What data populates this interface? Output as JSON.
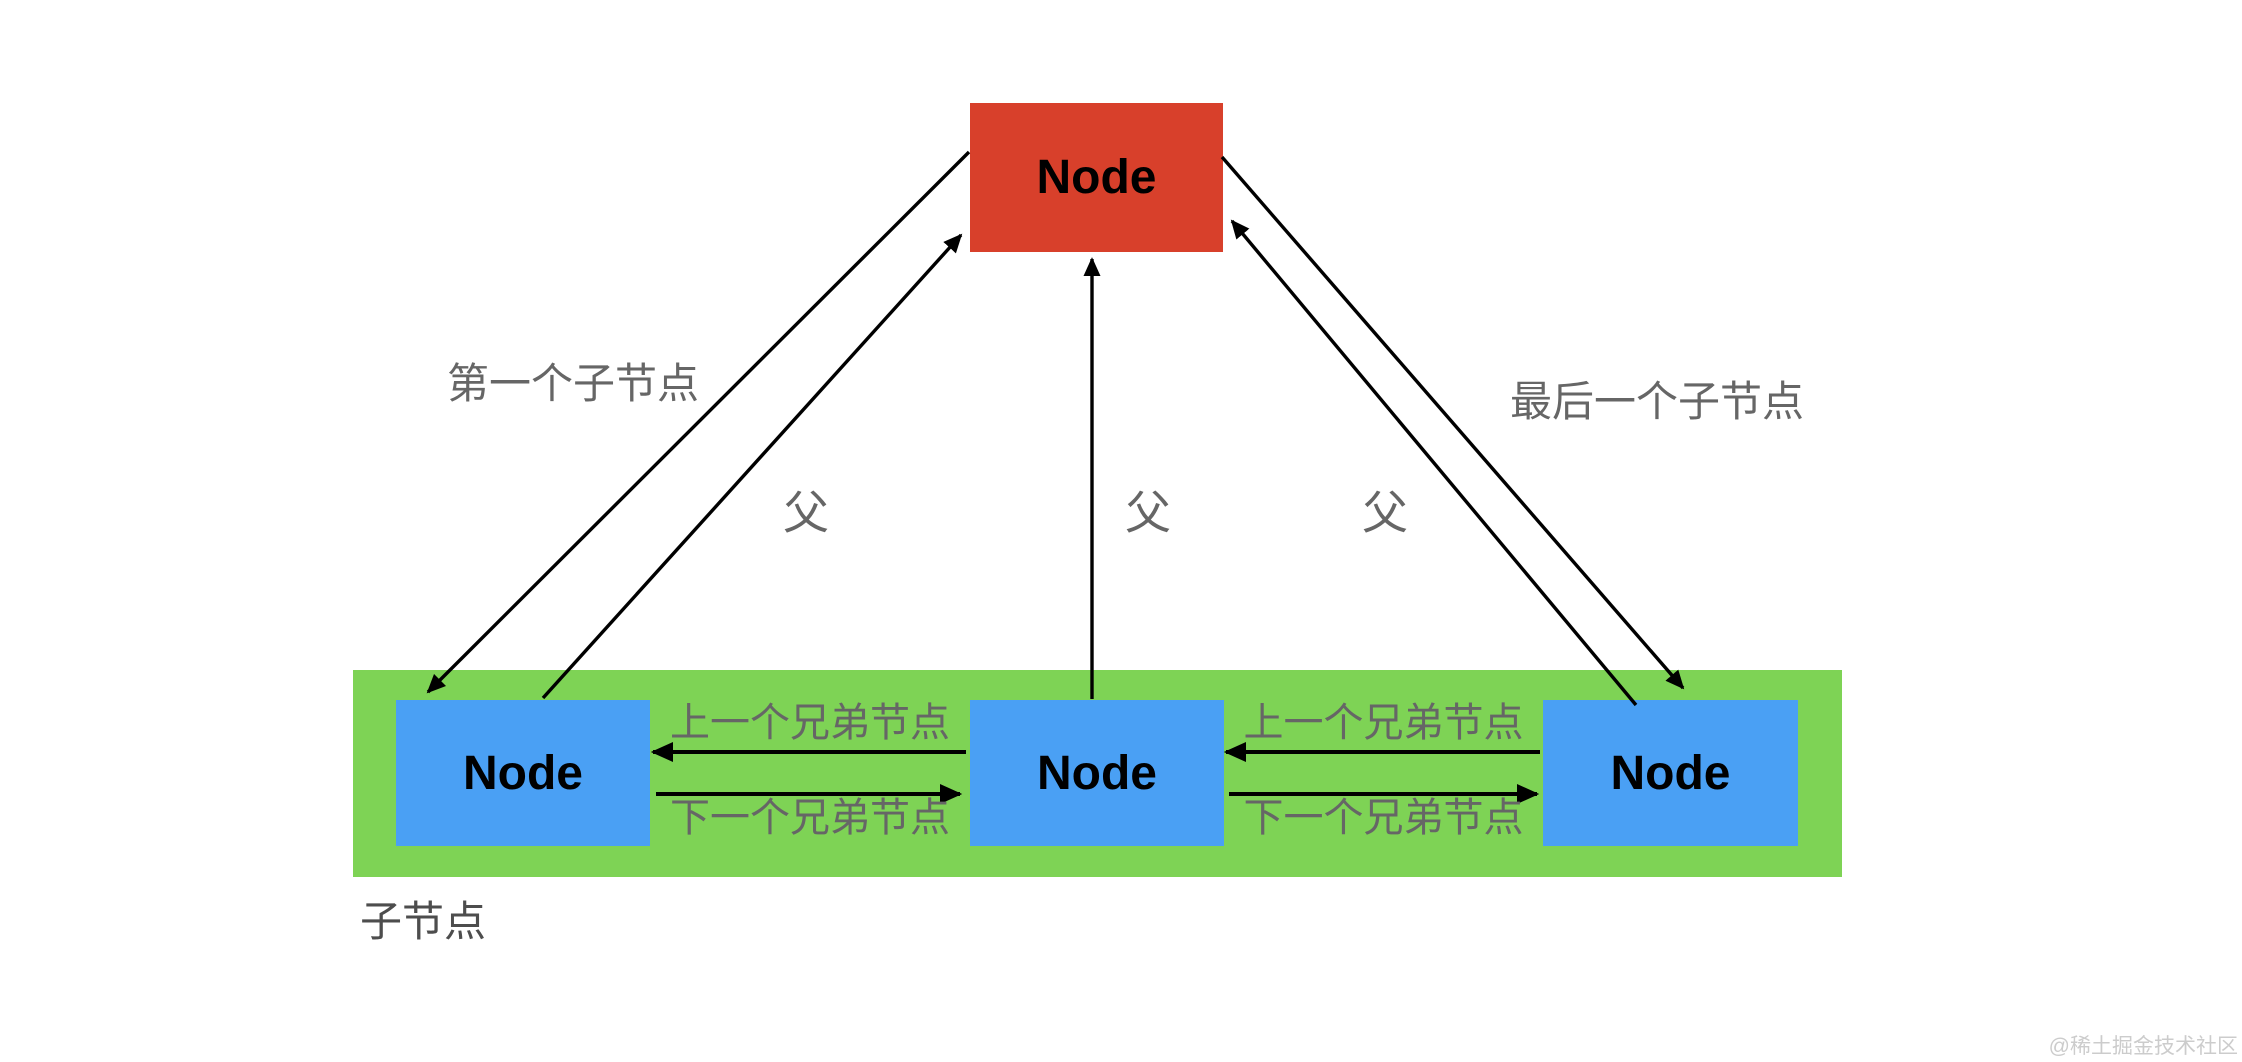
{
  "nodes": {
    "parent": {
      "label": "Node"
    },
    "children": [
      {
        "label": "Node"
      },
      {
        "label": "Node"
      },
      {
        "label": "Node"
      }
    ]
  },
  "labels": {
    "first_child": "第一个子节点",
    "last_child": "最后一个子节点",
    "parent_1": "父",
    "parent_2": "父",
    "parent_3": "父",
    "prev_sibling_1": "上一个兄弟节点",
    "next_sibling_1": "下一个兄弟节点",
    "prev_sibling_2": "上一个兄弟节点",
    "next_sibling_2": "下一个兄弟节点",
    "children_group": "子节点"
  },
  "watermark": {
    "text": "@稀土掘金技术社区"
  },
  "colors": {
    "parent_box": "#d8402b",
    "child_box": "#4aa0f4",
    "children_container": "#7ed355",
    "arrow": "#000000",
    "edge_label": "#666666",
    "group_label": "#4d4d4d",
    "watermark": "#cccccc"
  }
}
